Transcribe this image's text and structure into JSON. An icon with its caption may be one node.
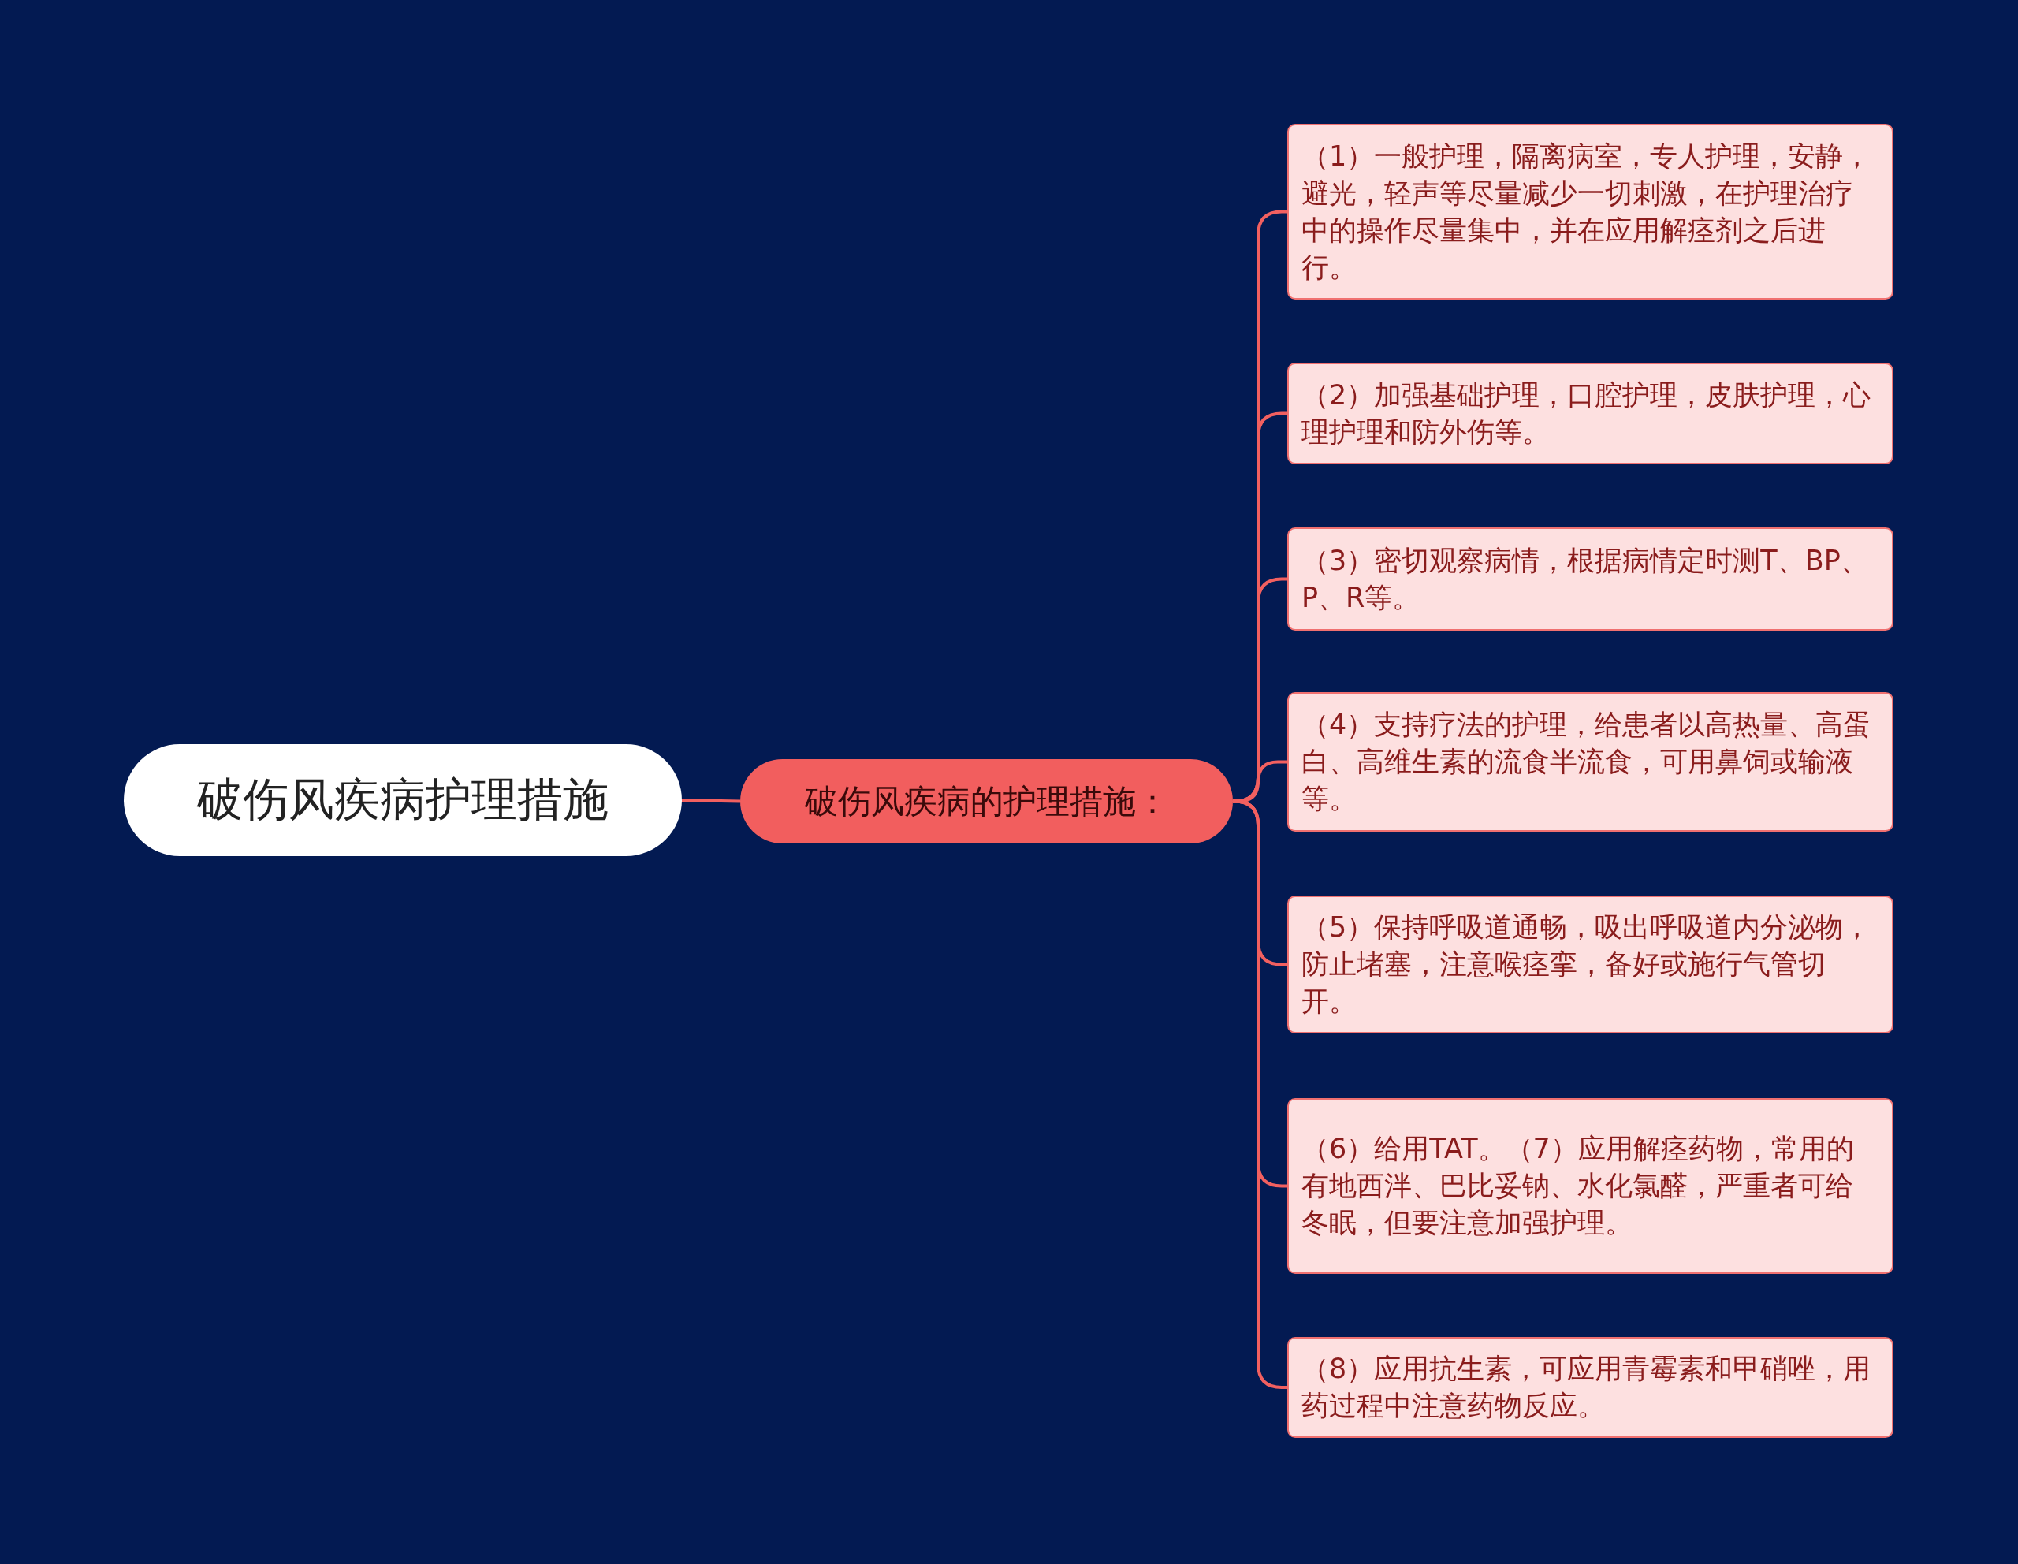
{
  "diagram": {
    "nodes": [
      {
        "text": [
          "破伤风疾病护理措施"
        ]
      },
      {
        "text": [
          "破伤风疾病的护理措施："
        ]
      },
      {
        "text": [
          "（1）一般护理，隔离病室，专人护理，安静，避光，轻声等尽量减少一切刺激，在护理治疗中的操作尽量集中，并在应用解痉剂之后进行。"
        ]
      },
      {
        "text": [
          "（2）加强基础护理，口腔护理，皮肤护理，心理护理和防外伤等。"
        ]
      },
      {
        "text": [
          "（3）密切观察病情，根据病情定时测T、BP、P、R等。"
        ]
      },
      {
        "text": [
          "（4）支持疗法的护理，给患者以高热量、高蛋白、高维生素的流食半流食，可用鼻饲或输液等。"
        ]
      },
      {
        "text": [
          "（5）保持呼吸道通畅，吸出呼吸道内分泌物，防止堵塞，注意喉痉挛，备好或施行气管切开。"
        ]
      },
      {
        "text": [
          "（6）给用TAT。（7）应用解痉药物，常用的有地西泮、巴比妥钠、水化氯醛，严重者可给冬眠，但要注意加强护理。"
        ]
      },
      {
        "text": [
          "（8）应用抗生素，可应用青霉素和甲硝唑，用药过程中注意药物反应。"
        ]
      }
    ],
    "edges": [
      {
        "from": 0,
        "to": 1,
        "arrow": "none"
      },
      {
        "from": 1,
        "to": 2,
        "arrow": "none"
      },
      {
        "from": 1,
        "to": 3,
        "arrow": "none"
      },
      {
        "from": 1,
        "to": 4,
        "arrow": "none"
      },
      {
        "from": 1,
        "to": 5,
        "arrow": "none"
      },
      {
        "from": 1,
        "to": 6,
        "arrow": "none"
      },
      {
        "from": 1,
        "to": 7,
        "arrow": "none"
      },
      {
        "from": 1,
        "to": 8,
        "arrow": "none"
      }
    ]
  }
}
